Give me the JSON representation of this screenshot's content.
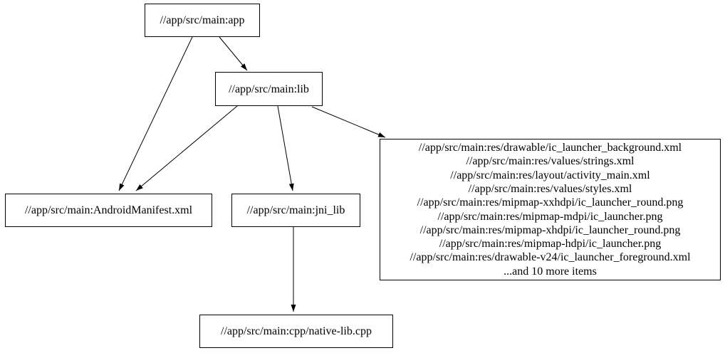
{
  "diagram": {
    "kind": "bazel-dependency-graph",
    "background_color": "#ffffff",
    "node_fill_color": "#ffffff",
    "node_border_color": "#000000",
    "edge_color": "#000000",
    "text_color": "#000000"
  },
  "nodes": {
    "app": {
      "label": "//app/src/main:app"
    },
    "lib": {
      "label": "//app/src/main:lib"
    },
    "android_manifest": {
      "label": "//app/src/main:AndroidManifest.xml"
    },
    "jni_lib": {
      "label": "//app/src/main:jni_lib"
    },
    "res_group": {
      "lines": [
        "//app/src/main:res/drawable/ic_launcher_background.xml",
        "//app/src/main:res/values/strings.xml",
        "//app/src/main:res/layout/activity_main.xml",
        "//app/src/main:res/values/styles.xml",
        "//app/src/main:res/mipmap-xxhdpi/ic_launcher_round.png",
        "//app/src/main:res/mipmap-mdpi/ic_launcher.png",
        "//app/src/main:res/mipmap-xhdpi/ic_launcher_round.png",
        "//app/src/main:res/mipmap-hdpi/ic_launcher.png",
        "//app/src/main:res/drawable-v24/ic_launcher_foreground.xml",
        "...and 10 more items"
      ]
    },
    "native_lib_cpp": {
      "label": "//app/src/main:cpp/native-lib.cpp"
    }
  },
  "edges": [
    {
      "from": "//app/src/main:app",
      "to": "//app/src/main:lib"
    },
    {
      "from": "//app/src/main:app",
      "to": "//app/src/main:AndroidManifest.xml"
    },
    {
      "from": "//app/src/main:lib",
      "to": "//app/src/main:AndroidManifest.xml"
    },
    {
      "from": "//app/src/main:lib",
      "to": "//app/src/main:jni_lib"
    },
    {
      "from": "//app/src/main:lib",
      "to": "res_group"
    },
    {
      "from": "//app/src/main:jni_lib",
      "to": "//app/src/main:cpp/native-lib.cpp"
    }
  ]
}
